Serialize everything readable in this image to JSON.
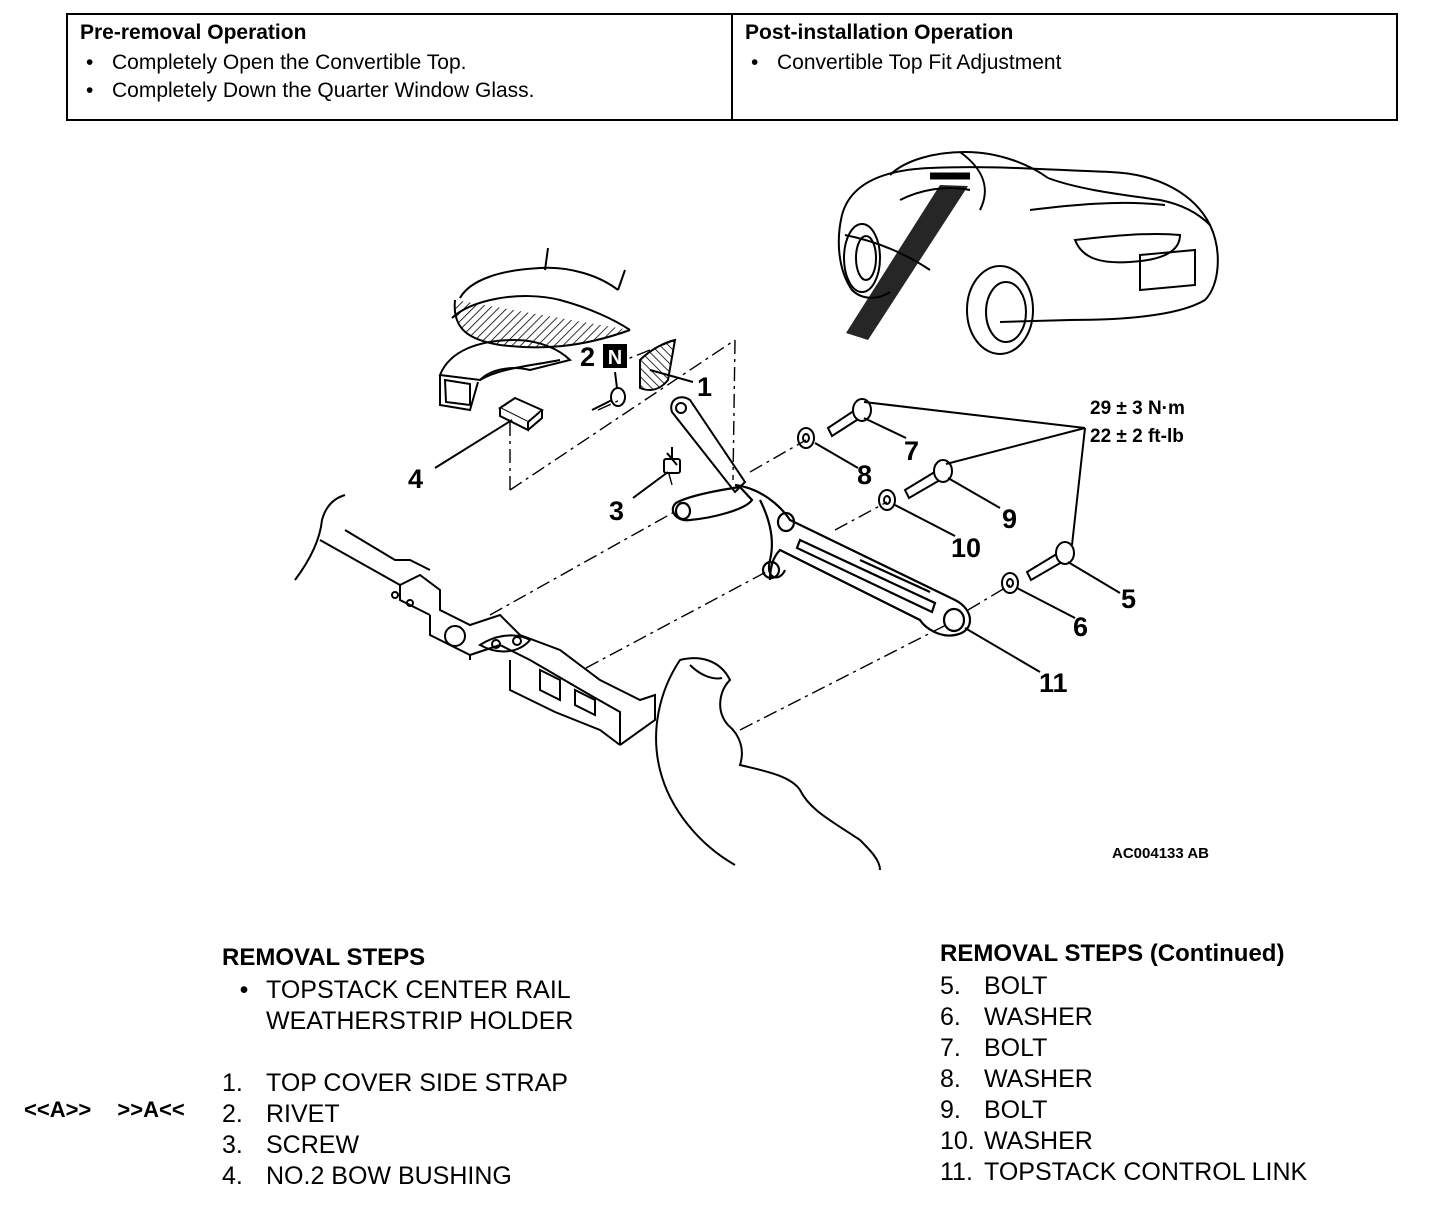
{
  "pre_removal": {
    "heading": "Pre-removal Operation",
    "items": [
      "Completely Open the Convertible Top.",
      "Completely Down the Quarter Window Glass."
    ]
  },
  "post_installation": {
    "heading": "Post-installation Operation",
    "items": [
      "Convertible Top Fit Adjustment"
    ]
  },
  "diagram": {
    "callouts": [
      "1",
      "2",
      "3",
      "4",
      "5",
      "6",
      "7",
      "8",
      "9",
      "10",
      "11"
    ],
    "nonreusable_mark": "N",
    "torque": [
      "29 ± 3 N·m",
      "22 ± 2 ft-lb"
    ],
    "figure_id": "AC004133 AB"
  },
  "removal_steps": {
    "heading": "REMOVAL STEPS",
    "bullet": "•",
    "bullet_item": [
      "TOPSTACK CENTER RAIL",
      "WEATHERSTRIP HOLDER"
    ],
    "steps": [
      {
        "num": "1.",
        "label": "TOP COVER SIDE STRAP"
      },
      {
        "num": "2.",
        "label": "RIVET"
      },
      {
        "num": "3.",
        "label": "SCREW"
      },
      {
        "num": "4.",
        "label": "NO.2 BOW BUSHING"
      }
    ],
    "step2_marks": [
      "<<A>>",
      ">>A<<"
    ]
  },
  "removal_steps_continued": {
    "heading": "REMOVAL STEPS (Continued)",
    "steps": [
      {
        "num": "5.",
        "label": "BOLT"
      },
      {
        "num": "6.",
        "label": "WASHER"
      },
      {
        "num": "7.",
        "label": "BOLT"
      },
      {
        "num": "8.",
        "label": "WASHER"
      },
      {
        "num": "9.",
        "label": "BOLT"
      },
      {
        "num": "10.",
        "label": "WASHER"
      },
      {
        "num": "11.",
        "label": "TOPSTACK CONTROL LINK"
      }
    ]
  }
}
